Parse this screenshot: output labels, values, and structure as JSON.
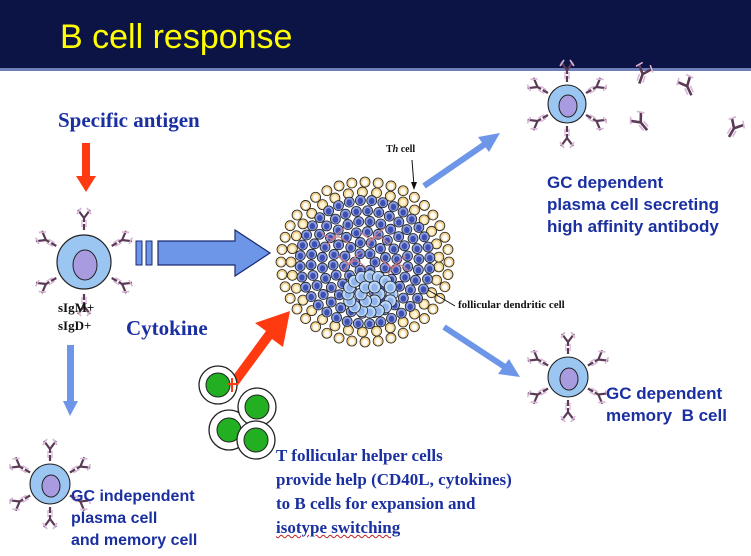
{
  "header": {
    "title": "B cell response"
  },
  "labels": {
    "specific_antigen": "Specific antigen",
    "sigm": "sIgM+",
    "sigd": "sIgD+",
    "cytokine": "Cytokine",
    "th_cell_prefix": "T",
    "th_cell_italic": "h",
    "th_cell_suffix": " cell",
    "follicular_dendritic": "follicular dendritic cell",
    "gc_dep_plasma": [
      "GC dependent",
      "plasma cell secreting",
      "high affinity antibody"
    ],
    "gc_dep_memory": [
      "GC dependent",
      "memory  B cell"
    ],
    "gc_indep": [
      "GC independent",
      "plasma cell",
      "and memory cell"
    ],
    "tfh": [
      "T follicular helper cells",
      "provide help (CD40L, cytokines)",
      "to B cells for expansion and",
      "isotype switching"
    ]
  },
  "colors": {
    "header_bg": "#0b1445",
    "title": "#ffff00",
    "text_blue": "#1a2fa0",
    "arrow_blue": "#6e96e8",
    "arrow_red": "#ff3a10",
    "cell_blue": "#9cc6f2",
    "nucleus": "#a99be0",
    "gc_green": "#22b022",
    "tan": "#f2d08a"
  },
  "icons": [
    "b-cell-icon",
    "antibody-icon",
    "germinal-center-icon",
    "tfh-cell-icon"
  ]
}
